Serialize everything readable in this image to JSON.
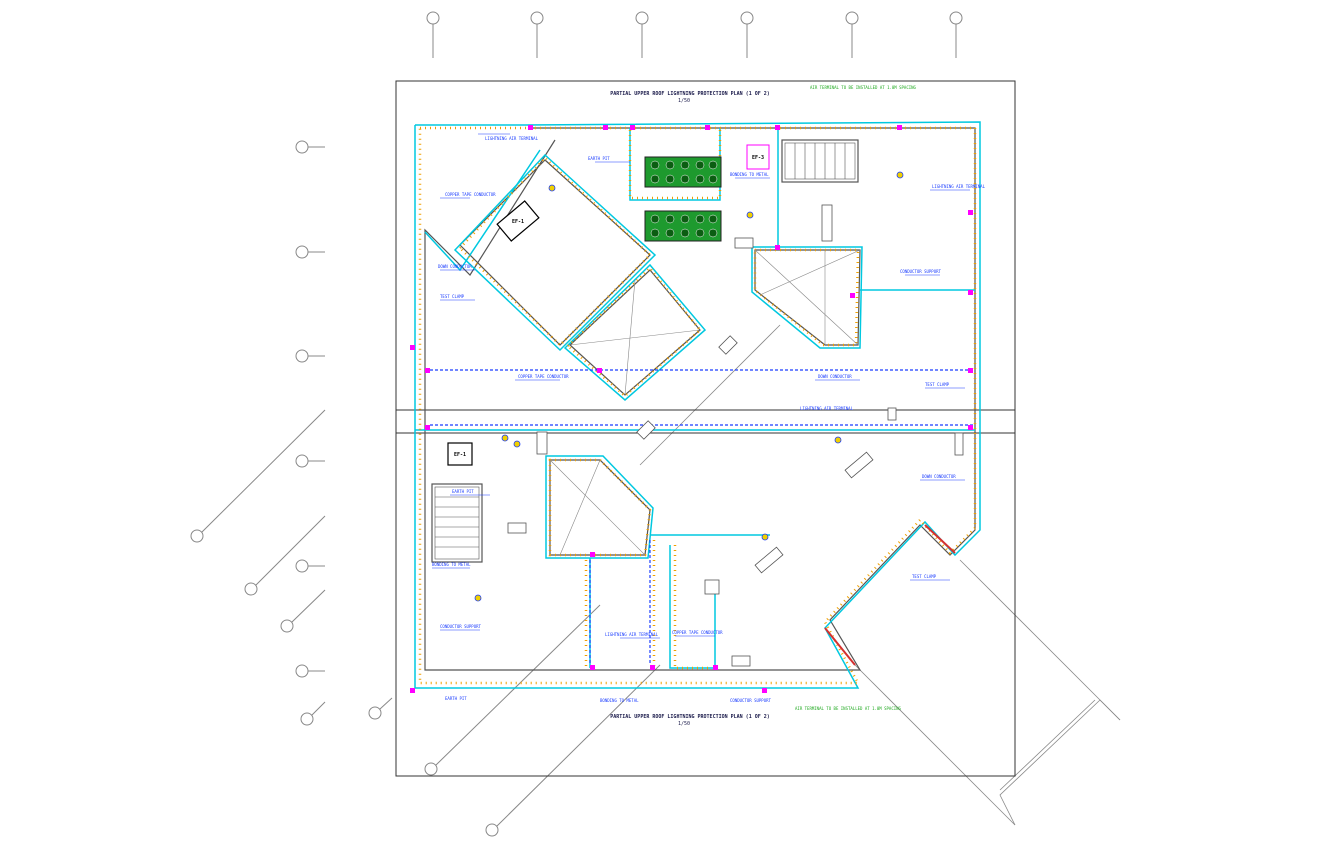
{
  "drawing": {
    "title_top": "PARTIAL UPPER ROOF LIGHTNING PROTECTION PLAN (1 OF 2)",
    "scale_top": "1/50",
    "title_bottom": "PARTIAL UPPER ROOF LIGHTNING PROTECTION PLAN (1 OF 2)",
    "scale_bottom": "1/50",
    "tag_1": "EF-1",
    "tag_2": "EF-1",
    "tag_3": "EF-3",
    "notes_blue": [
      "LIGHTNING AIR TERMINAL",
      "COPPER TAPE CONDUCTOR",
      "DOWN CONDUCTOR",
      "TEST CLAMP",
      "EARTH PIT",
      "BONDING TO METAL",
      "CONDUCTOR SUPPORT"
    ],
    "notes_green": [
      "AIR TERMINAL TO BE INSTALLED AT 1.0M SPACING",
      "AIR TERMINAL TO BE INSTALLED AT 1.0M SPACING"
    ]
  },
  "colors": {
    "conductor": "#00c8e0",
    "terminal": "#f0a000",
    "annotation": "#1a3cff",
    "clamp": "#ff00ff",
    "wall": "#555555",
    "grid": "#888888"
  }
}
